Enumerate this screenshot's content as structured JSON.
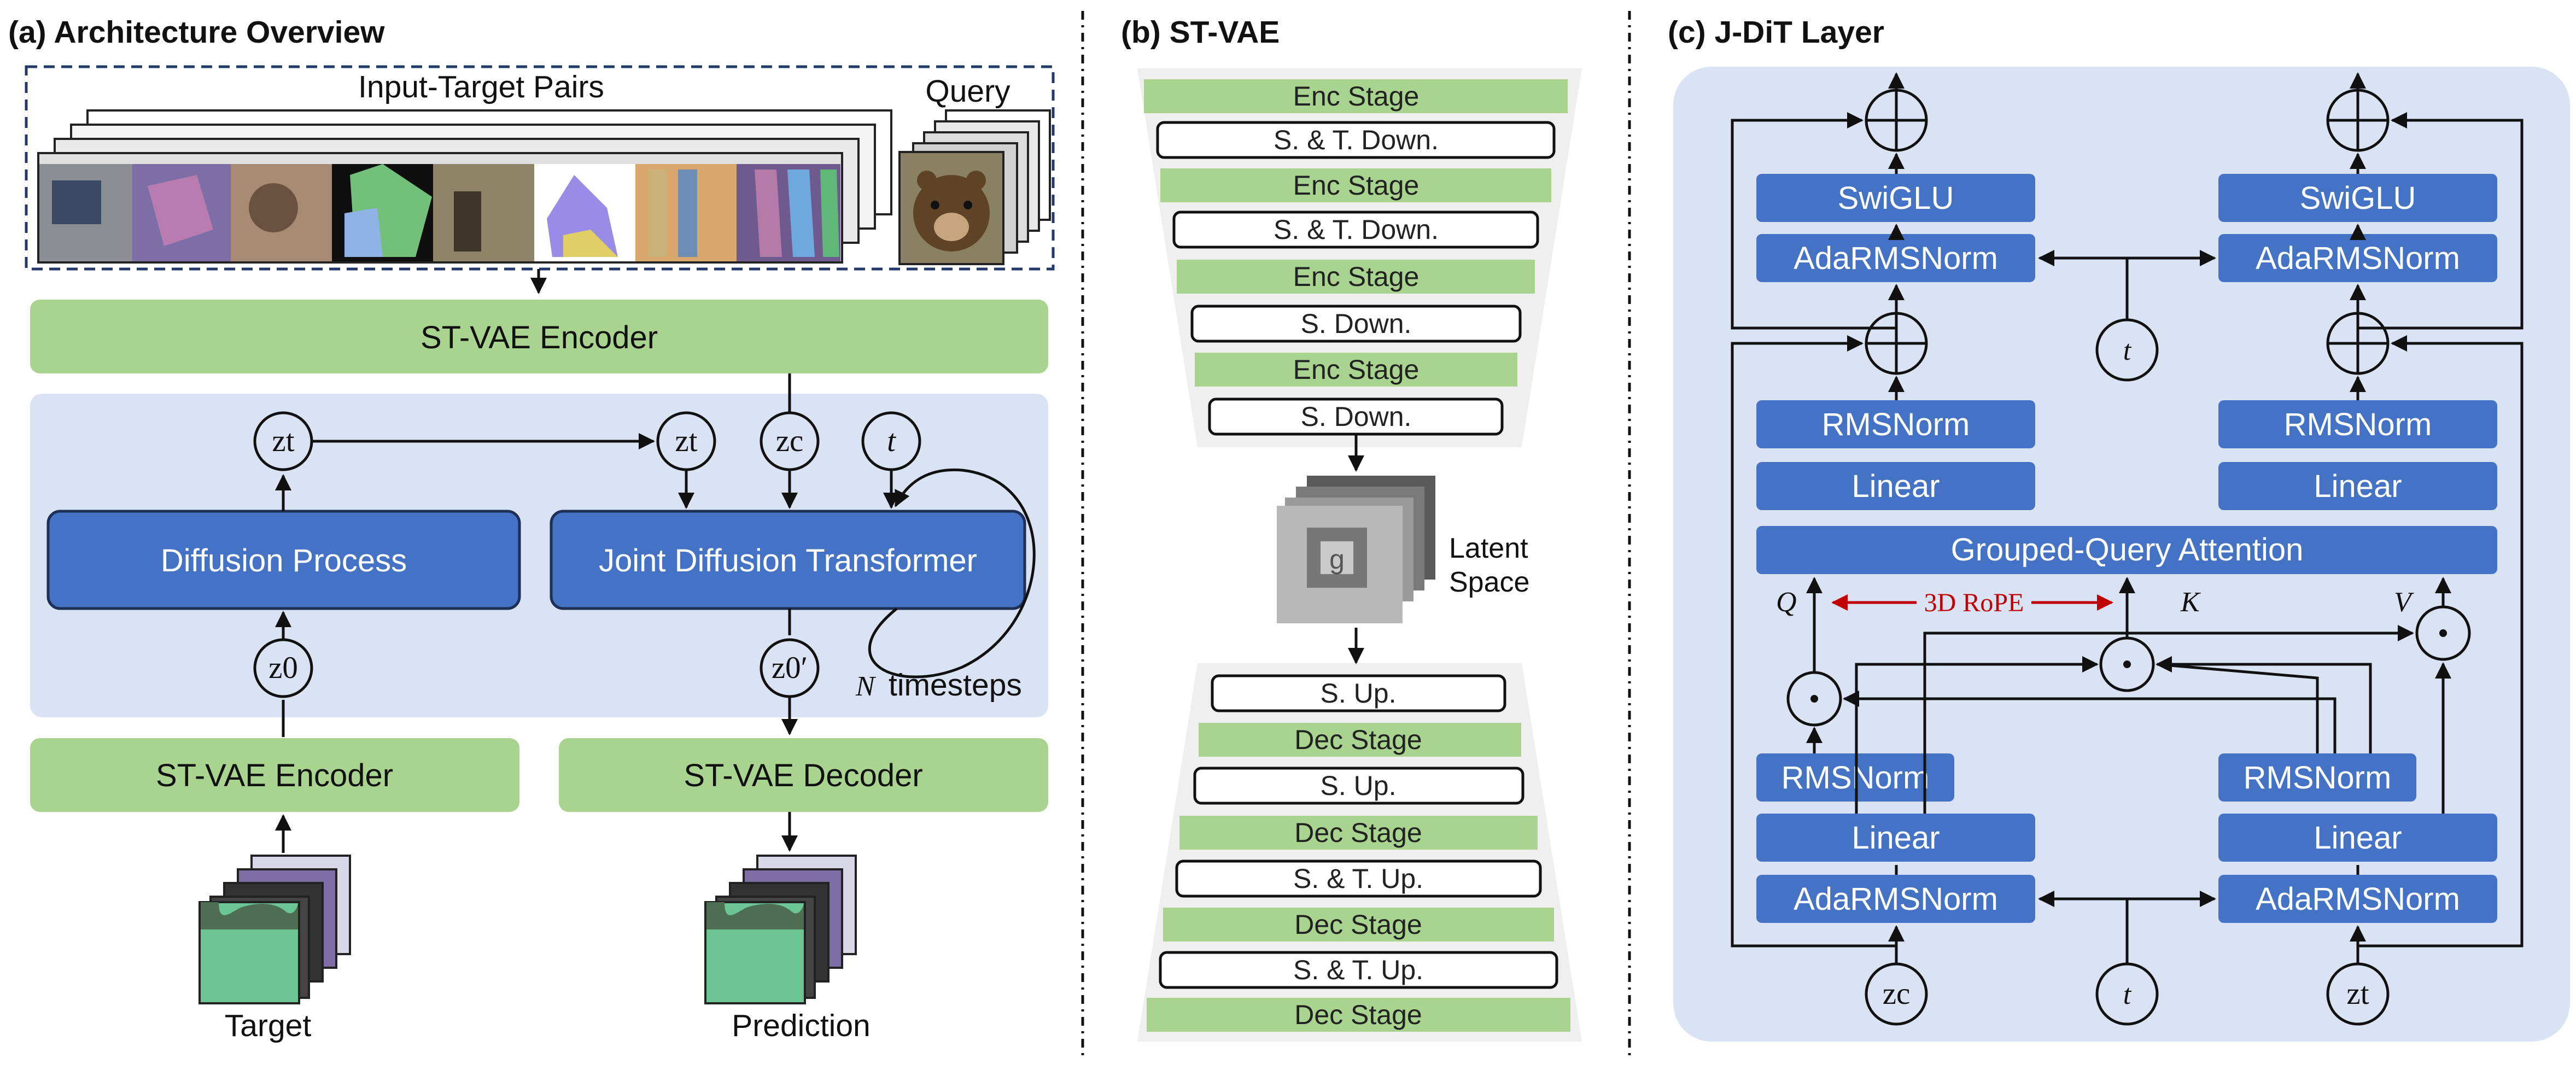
{
  "colors": {
    "green": "#a9d48f",
    "blue": "#4472c4",
    "blue_dark_stroke": "#2f4f8f",
    "panel_bg": "#dae3f3",
    "funnel_bg": "#efefef",
    "rope_red": "#c00000"
  },
  "panel_a": {
    "title": "(a) Architecture Overview",
    "input_target_pairs": "Input-Target Pairs",
    "query": "Query",
    "encoder_top": "ST-VAE Encoder",
    "diffusion_process": "Diffusion Process",
    "joint_transformer": "Joint Diffusion Transformer",
    "node_zt": "zt",
    "node_zt2": "zt",
    "node_zc": "zc",
    "node_t": "t",
    "node_z0": "z0",
    "node_z0p": "z0′",
    "timesteps_var": "N",
    "timesteps_text": "timesteps",
    "encoder_bottom": "ST-VAE Encoder",
    "decoder_bottom": "ST-VAE Decoder",
    "target": "Target",
    "prediction": "Prediction"
  },
  "panel_b": {
    "title": "(b) ST-VAE",
    "encoder_stages": [
      "Enc Stage",
      "S. & T. Down.",
      "Enc Stage",
      "S. & T. Down.",
      "Enc Stage",
      "S. Down.",
      "Enc Stage",
      "S. Down."
    ],
    "latent_label_1": "Latent",
    "latent_label_2": "Space",
    "decoder_stages": [
      "S. Up.",
      "Dec Stage",
      "S. Up.",
      "Dec Stage",
      "S. & T. Up.",
      "Dec Stage",
      "S. & T. Up.",
      "Dec Stage"
    ]
  },
  "panel_c": {
    "title": "(c) J-DiT Layer",
    "swiglu_left": "SwiGLU",
    "swiglu_right": "SwiGLU",
    "adanorm_top_left": "AdaRMSNorm",
    "adanorm_top_right": "AdaRMSNorm",
    "t_top": "t",
    "rmsnorm_top_left": "RMSNorm",
    "rmsnorm_top_right": "RMSNorm",
    "linear_top_left": "Linear",
    "linear_top_right": "Linear",
    "gqa": "Grouped-Query Attention",
    "q": "Q",
    "rope": "3D RoPE",
    "k": "K",
    "v": "V",
    "rmsnorm_bottom_left": "RMSNorm",
    "rmsnorm_bottom_right": "RMSNorm",
    "linear_bottom_left": "Linear",
    "linear_bottom_right": "Linear",
    "adanorm_bottom_left": "AdaRMSNorm",
    "adanorm_bottom_right": "AdaRMSNorm",
    "in_zc": "zc",
    "in_t": "t",
    "in_zt": "zt"
  }
}
